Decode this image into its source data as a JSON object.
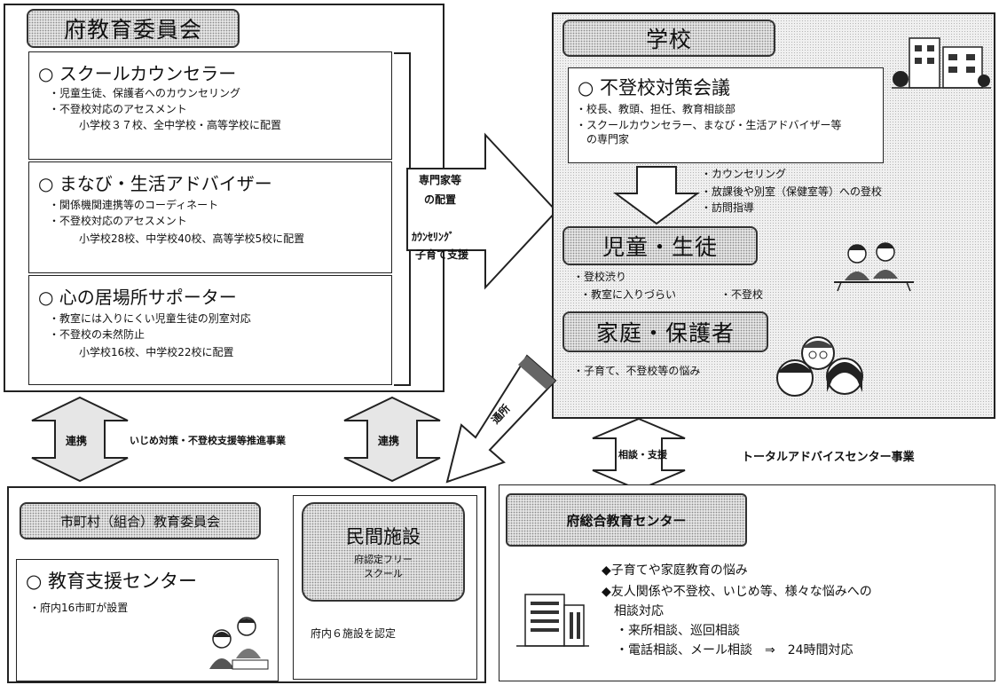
{
  "pref_board": {
    "title": "府教育委員会",
    "items": [
      {
        "title": "○ スクールカウンセラー",
        "bullets": [
          "・児童生徒、保護者へのカウンセリング",
          "・不登校対応のアセスメント"
        ],
        "placement": "小学校３７校、全中学校・高等学校に配置"
      },
      {
        "title": "○ まなび・生活アドバイザー",
        "bullets": [
          "・関係機関連携等のコーディネート",
          "・不登校対応のアセスメント"
        ],
        "placement": "小学校28校、中学校40校、高等学校5校に配置"
      },
      {
        "title": "○ 心の居場所サポーター",
        "bullets": [
          "・教室には入りにくい児童生徒の別室対応",
          "・不登校の未然防止"
        ],
        "placement": "小学校16校、中学校22校に配置"
      }
    ]
  },
  "arrow_to_school": {
    "label1_line1": "専門家等",
    "label1_line2": "の配置",
    "label2_line1": "ｶｳﾝｾﾘﾝｸﾞ",
    "label2_line2": "子育て支援"
  },
  "school": {
    "title": "学校",
    "council": {
      "title": "○ 不登校対策会議",
      "bullets": [
        "・校長、教頭、担任、教育相談部",
        "・スクールカウンセラー、まなび・生活アドバイザー等",
        "　の専門家"
      ]
    },
    "support_list": [
      "・カウンセリング",
      "・放課後や別室（保健室等）への登校",
      "・訪問指導"
    ],
    "students": {
      "title": "児童・生徒",
      "bullet1": "・登校渋り",
      "bullet2": "・教室に入りづらい",
      "bullet3": "・不登校"
    },
    "family": {
      "title": "家庭・保護者",
      "bullet1": "・子育て、不登校等の悩み"
    }
  },
  "links": {
    "renkei_left": "連携",
    "renkei_right": "連携",
    "middle_text": "いじめ対策・不登校支援等推進事業",
    "tsusho": "通所",
    "soudan": "相談・支援",
    "total_advice": "トータルアドバイスセンター事業"
  },
  "municipal": {
    "title": "市町村（組合）教育委員会",
    "center_title": "○ 教育支援センター",
    "center_note": "・府内16市町が設置"
  },
  "private": {
    "title": "民間施設",
    "sub1": "府認定フリー",
    "sub2": "スクール",
    "note": "府内６施設を認定"
  },
  "edu_center": {
    "title": "府総合教育センター",
    "line1": "◆子育てや家庭教育の悩み",
    "line2": "◆友人関係や不登校、いじめ等、様々な悩みへの",
    "line3": "　相談対応",
    "line4": "・来所相談、巡回相談",
    "line5": "・電話相談、メール相談　⇒　24時間対応"
  }
}
